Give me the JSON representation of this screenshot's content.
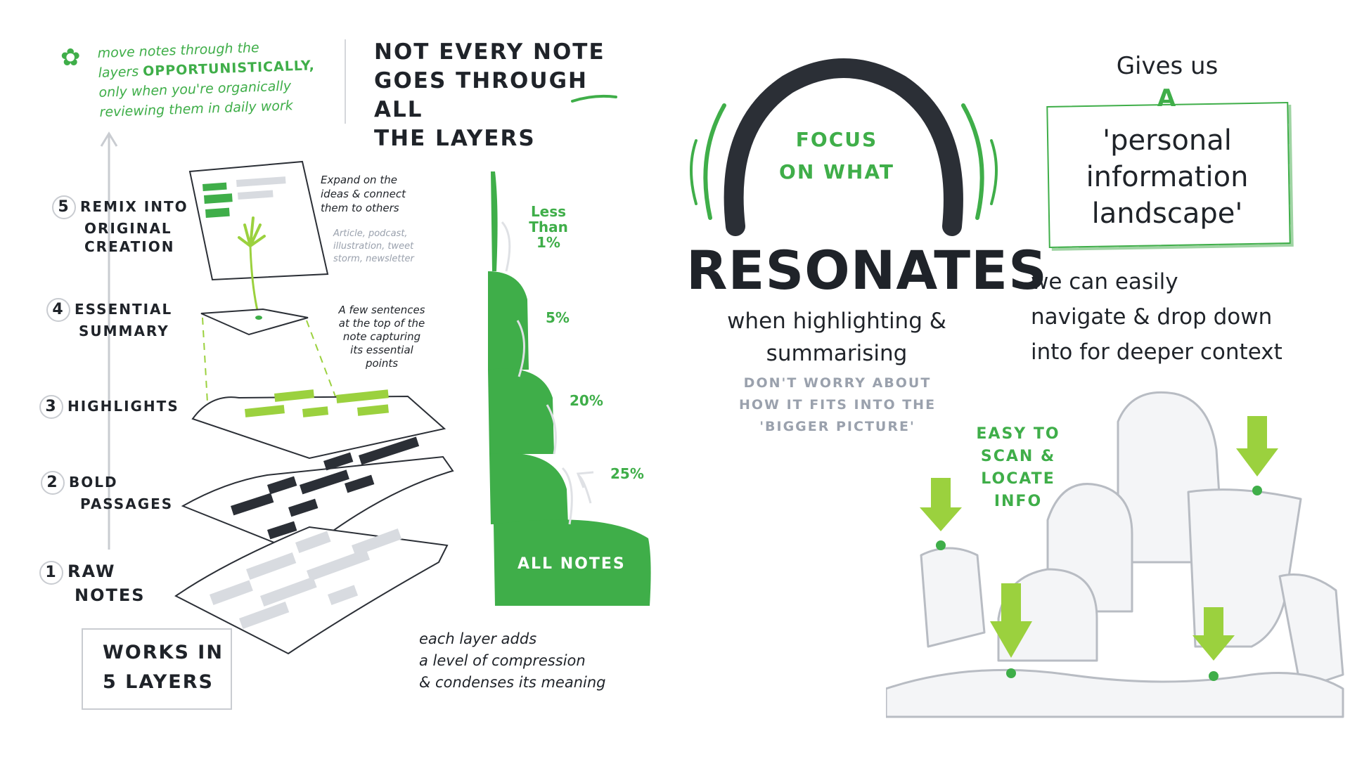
{
  "top_note": {
    "line1": "move notes through the",
    "line2_prefix": "layers",
    "line2_emph": "OPPORTUNISTICALLY,",
    "line3": "only when you're organically",
    "line4": "reviewing them in daily work"
  },
  "not_every_note": {
    "line1": "NOT every NOTE",
    "line2": "GOES THROUGH ALL",
    "line3": "THE LAYERS"
  },
  "layers": [
    {
      "num": "1",
      "line1": "RAW",
      "line2": "NOTES"
    },
    {
      "num": "2",
      "line1": "BOLD",
      "line2": "PASSAGES"
    },
    {
      "num": "3",
      "line1": "HIGHLIGHTS",
      "line2": ""
    },
    {
      "num": "4",
      "line1": "ESSENTIAL",
      "line2": "SUMMARY"
    },
    {
      "num": "5",
      "line1": "REMIX INTO",
      "line2": "ORIGINAL",
      "line3": "CREATION"
    }
  ],
  "works_in": {
    "line1": "WORKS IN",
    "line2": "5 LAYERS"
  },
  "annotations": {
    "expand": [
      "Expand on the",
      "ideas & connect",
      "them to others"
    ],
    "outputs": [
      "Article, podcast,",
      "illustration, tweet",
      "storm, newsletter"
    ],
    "summary": [
      "A few sentences",
      "at the top of the",
      "note capturing",
      "its essential",
      "points"
    ],
    "compression": [
      "each layer adds",
      "a level of compression",
      "& condenses its meaning"
    ]
  },
  "compression_chart": {
    "base_label": "ALL NOTES",
    "percentages": [
      "25%",
      "20%",
      "5%"
    ],
    "top_label": [
      "Less",
      "Than",
      "1%"
    ]
  },
  "focus": {
    "arc_text": [
      "FOCUS",
      "ON WHAT"
    ],
    "headline": "RESONATES",
    "sub": [
      "when highlighting &",
      "summarising"
    ],
    "note": [
      "DON'T WORRY ABOUT",
      "HOW IT FITS INTO THE",
      "'BIGGER PICTURE'"
    ]
  },
  "landscape": {
    "gives_us": "Gives us",
    "a": "A",
    "pil": [
      "'personal",
      "information",
      "landscape'"
    ],
    "navigate": [
      "we can easily",
      "navigate & drop down",
      "into for deeper context"
    ],
    "easy": [
      "EASY TO",
      "SCAN &",
      "LOCATE",
      "INFO"
    ]
  },
  "colors": {
    "green": "#3fae49",
    "lime": "#9bd13e",
    "dark": "#2b2f36",
    "grey": "#c9ccd1"
  }
}
